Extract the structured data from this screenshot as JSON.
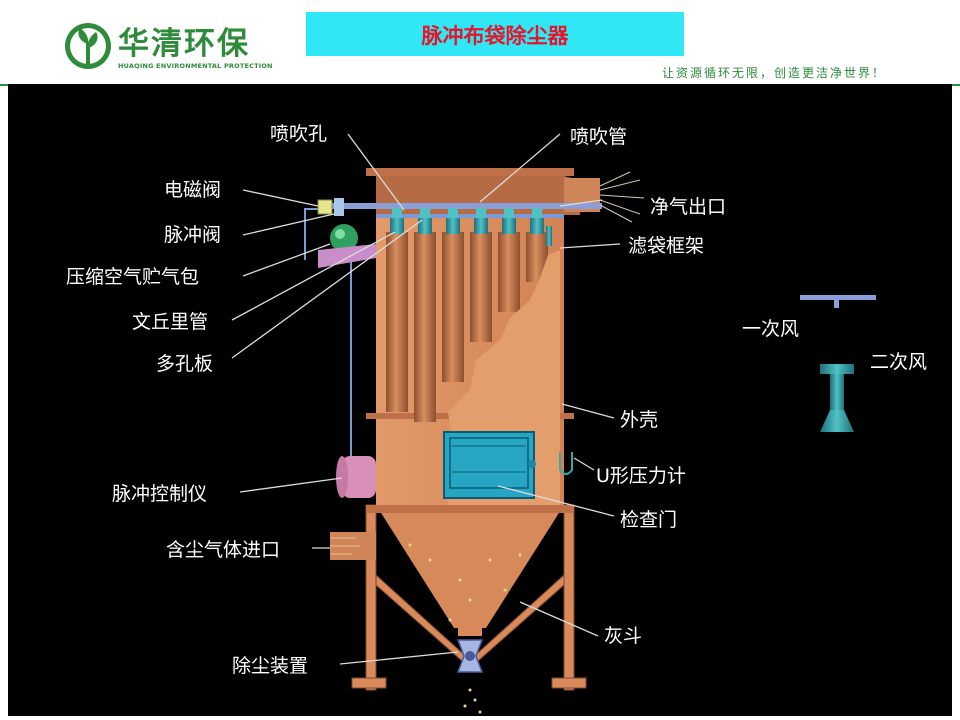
{
  "header": {
    "company_cn": "华清环保",
    "company_en": "HUAQING ENVIRONMENTAL PROTECTION",
    "title": "脉冲布袋除尘器",
    "slogan": "让资源循环无限，创造更洁净世界！"
  },
  "diagram": {
    "labels": {
      "nozzle_hole": "喷吹孔",
      "blow_pipe": "喷吹管",
      "solenoid_valve": "电磁阀",
      "clean_gas_outlet": "净气出口",
      "pulse_valve": "脉冲阀",
      "bag_cage": "滤袋框架",
      "air_tank": "压缩空气贮气包",
      "venturi": "文丘里管",
      "perforated_plate": "多孔板",
      "primary_air": "一次风",
      "secondary_air": "二次风",
      "shell": "外壳",
      "u_gauge": "U形压力计",
      "pulse_controller": "脉冲控制仪",
      "inspection_door": "检查门",
      "dusty_gas_inlet": "含尘气体进口",
      "ash_hopper": "灰斗",
      "dust_discharge": "除尘装置"
    },
    "colors": {
      "label_text": "#ffffff",
      "body": "#d9895a",
      "bag": "#c97a4c",
      "pipe": "#8a9ed8",
      "venturi": "#3aa8a8",
      "door": "#27a6c4",
      "background": "#000000"
    }
  }
}
